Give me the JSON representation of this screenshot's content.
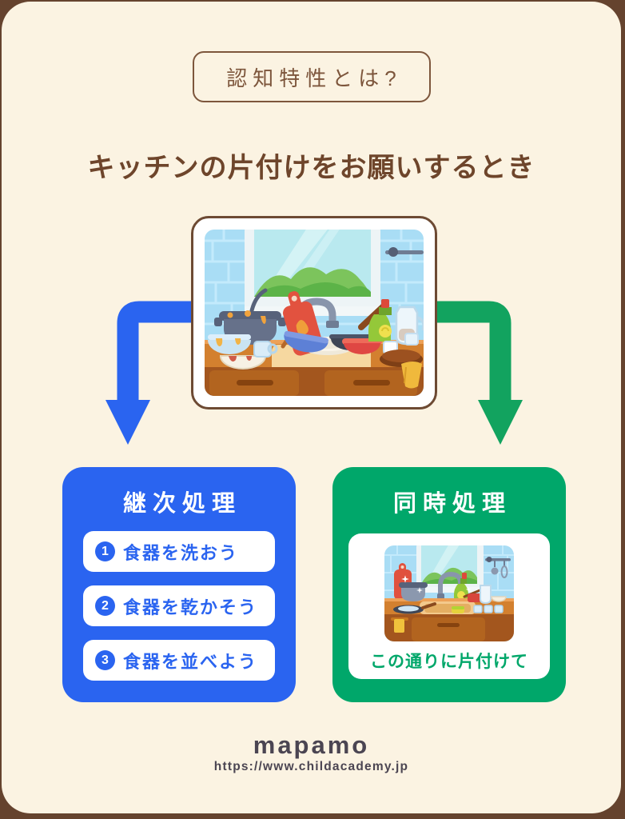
{
  "header": {
    "badge": "認知特性とは?",
    "title": "キッチンの片付けをお願いするとき"
  },
  "branches": {
    "sequential": {
      "title": "継次処理",
      "steps": [
        {
          "num": "1",
          "label": "食器を洗おう"
        },
        {
          "num": "2",
          "label": "食器を乾かそう"
        },
        {
          "num": "3",
          "label": "食器を並べよう"
        }
      ]
    },
    "simultaneous": {
      "title": "同時処理",
      "caption": "この通りに片付けて"
    }
  },
  "illustrations": {
    "main": "messy-kitchen-sink",
    "result": "tidy-kitchen-sink"
  },
  "footer": {
    "brand": "mapamo",
    "url": "https://www.childacademy.jp"
  },
  "colors": {
    "blue": "#2a64f0",
    "green": "#00a76a",
    "brown_border": "#6d4a33",
    "brown_text": "#7d563c",
    "heading_text": "#6e452b",
    "cream_background": "#fbf3e2",
    "frame_background": "#65432e",
    "footer_text": "#4b4552"
  }
}
